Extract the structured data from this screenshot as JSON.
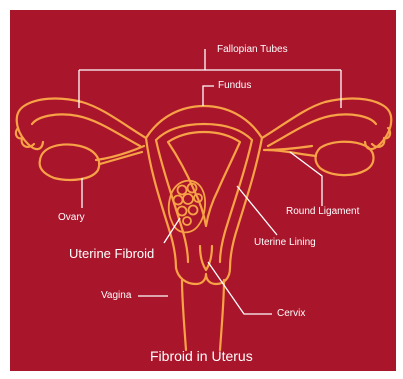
{
  "colors": {
    "background": "#a9152b",
    "outline": "#f7a246",
    "label": "#ffffff",
    "leader_line": "#ffffff"
  },
  "labels": {
    "fallopian_tubes": "Fallopian Tubes",
    "fundus": "Fundus",
    "ovary": "Ovary",
    "round_ligament": "Round Ligament",
    "uterine_fibroid": "Uterine Fibroid",
    "uterine_lining": "Uterine Lining",
    "vagina": "Vagina",
    "cervix": "Cervix"
  },
  "caption": "Fibroid in Uterus"
}
